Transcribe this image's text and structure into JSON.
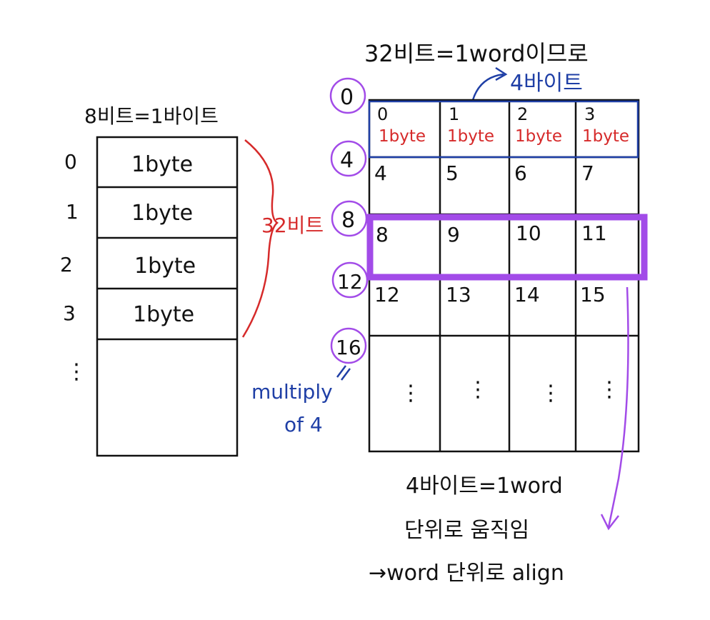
{
  "left_block": {
    "title": "8비트=1바이트",
    "row_labels": [
      "0",
      "1",
      "2",
      "3"
    ],
    "cells": [
      "1byte",
      "1byte",
      "1byte",
      "1byte"
    ],
    "ellipsis": "⋮",
    "brace_label": "32비트"
  },
  "right_block": {
    "title": "32비트=1word이므로",
    "top_annotation": "4바이트",
    "address_labels": [
      "0",
      "4",
      "8",
      "12",
      "16"
    ],
    "rows": [
      [
        "0",
        "1",
        "2",
        "3"
      ],
      [
        "4",
        "5",
        "6",
        "7"
      ],
      [
        "8",
        "9",
        "10",
        "11"
      ],
      [
        "12",
        "13",
        "14",
        "15"
      ]
    ],
    "first_row_sub": [
      "1byte",
      "1byte",
      "1byte",
      "1byte"
    ],
    "ellipsis": "⋮",
    "multiply_line1": "multiply",
    "multiply_line2": "of 4"
  },
  "bottom_notes": {
    "line1": "4바이트=1word",
    "line2": "단위로 움직임",
    "line3": "→word 단위로 align"
  },
  "colors": {
    "ink": "#111111",
    "red": "#d62a2a",
    "blue": "#1f3fa6",
    "purple": "#a24be8"
  }
}
